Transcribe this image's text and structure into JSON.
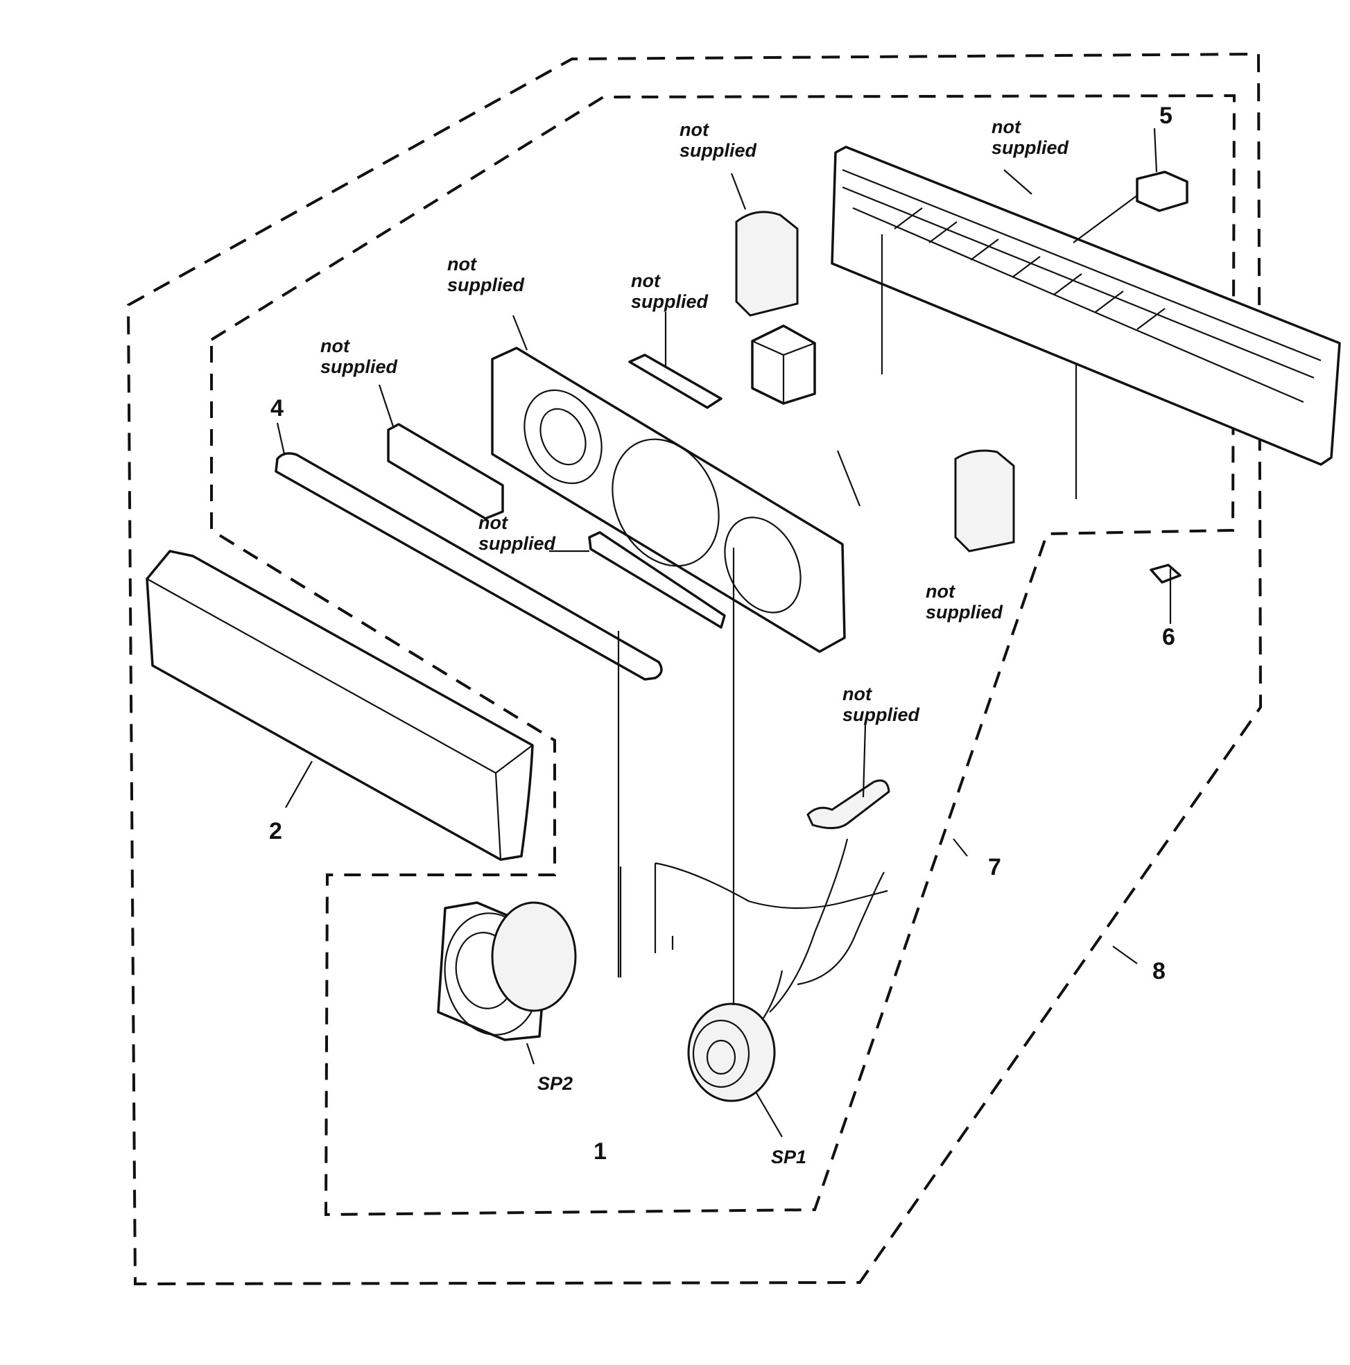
{
  "labels": {
    "not_supplied_line1": "not",
    "not_supplied_line2": "supplied",
    "part_1": "1",
    "part_2": "2",
    "part_4": "4",
    "part_5": "5",
    "part_6": "6",
    "part_7": "7",
    "part_8": "8",
    "sp1": "SP1",
    "sp2": "SP2"
  }
}
